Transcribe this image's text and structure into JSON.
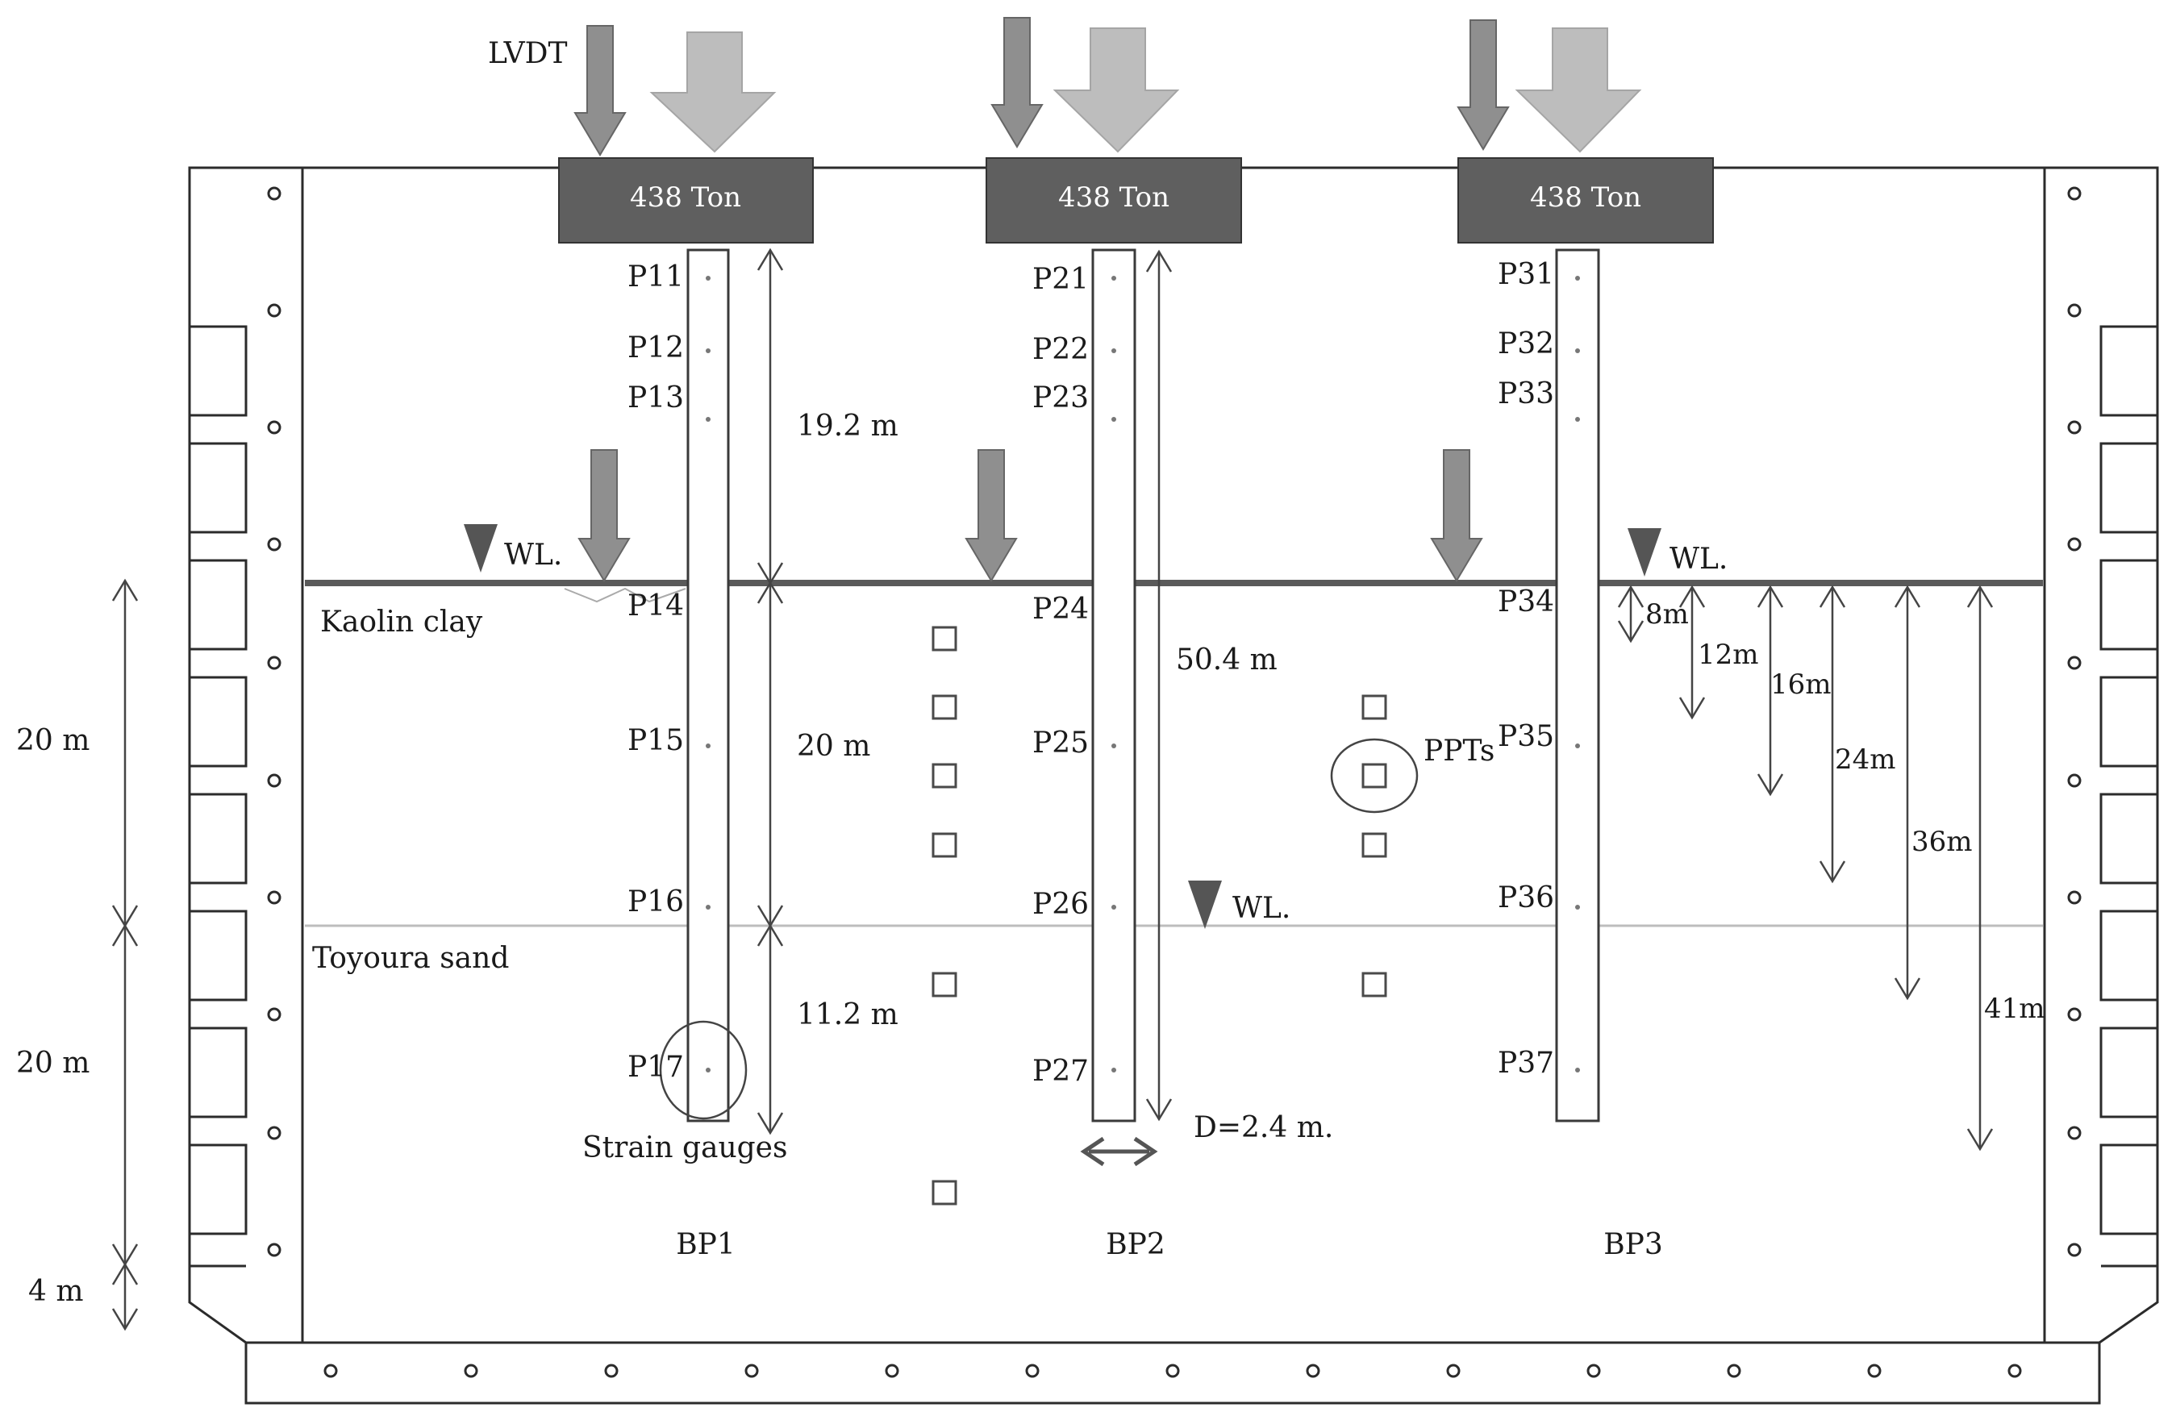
{
  "labels": {
    "lvdt": "LVDT",
    "load": "438 Ton",
    "water_level": "WL.",
    "kaolin": "Kaolin clay",
    "toyoura": "Toyoura sand",
    "ppts": "PPTs",
    "strain_gauges": "Strain gauges",
    "diameter": "D=2.4 m."
  },
  "piles": [
    {
      "name": "BP1",
      "gauges": [
        "P11",
        "P12",
        "P13",
        "P14",
        "P15",
        "P16",
        "P17"
      ]
    },
    {
      "name": "BP2",
      "gauges": [
        "P21",
        "P22",
        "P23",
        "P24",
        "P25",
        "P26",
        "P27"
      ]
    },
    {
      "name": "BP3",
      "gauges": [
        "P31",
        "P32",
        "P33",
        "P34",
        "P35",
        "P36",
        "P37"
      ]
    }
  ],
  "dimensions": {
    "bp1_above": "19.2 m",
    "bp1_clay": "20 m",
    "bp1_sand": "11.2 m",
    "bp2_length": "50.4 m",
    "left_clay": "20 m",
    "left_sand": "20 m",
    "left_bottom": "4 m",
    "depths": [
      "8m",
      "12m",
      "16m",
      "24m",
      "36m",
      "41m"
    ]
  },
  "colors": {
    "load_box": "#5f5f5f",
    "arrow_dark": "#8f8f8f",
    "arrow_light": "#bdbdbd",
    "wl_triangle": "#555555"
  }
}
